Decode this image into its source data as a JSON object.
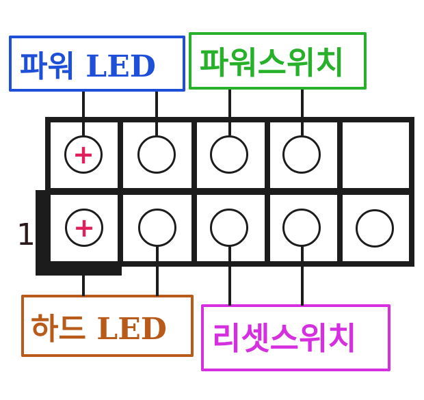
{
  "diagram": {
    "title": "",
    "header_pin_mark": "1",
    "colors": {
      "line": "#1c1c1c",
      "positive_mark": "#e0205a",
      "power_led": "#1e4fd8",
      "power_switch": "#27b12a",
      "hdd_led": "#b85b1a",
      "reset_switch": "#d62fe0"
    },
    "labels": {
      "power_led": "파워 LED",
      "power_switch": "파워스위치",
      "hdd_led": "하드 LED",
      "reset_switch": "리셋스위치"
    },
    "pins": {
      "top_row": [
        {
          "col": 1,
          "present": true,
          "positive": true,
          "symbol": "+",
          "connected_to": "power_led"
        },
        {
          "col": 2,
          "present": true,
          "positive": false,
          "symbol": "",
          "connected_to": "power_led"
        },
        {
          "col": 3,
          "present": true,
          "positive": false,
          "symbol": "",
          "connected_to": "power_switch"
        },
        {
          "col": 4,
          "present": true,
          "positive": false,
          "symbol": "",
          "connected_to": "power_switch"
        },
        {
          "col": 5,
          "present": false,
          "positive": false,
          "symbol": "",
          "connected_to": ""
        }
      ],
      "bottom_row": [
        {
          "col": 1,
          "present": true,
          "positive": true,
          "symbol": "+",
          "connected_to": "hdd_led"
        },
        {
          "col": 2,
          "present": true,
          "positive": false,
          "symbol": "",
          "connected_to": "hdd_led"
        },
        {
          "col": 3,
          "present": true,
          "positive": false,
          "symbol": "",
          "connected_to": "reset_switch"
        },
        {
          "col": 4,
          "present": true,
          "positive": false,
          "symbol": "",
          "connected_to": "reset_switch"
        },
        {
          "col": 5,
          "present": true,
          "positive": false,
          "symbol": "",
          "connected_to": ""
        }
      ]
    }
  }
}
